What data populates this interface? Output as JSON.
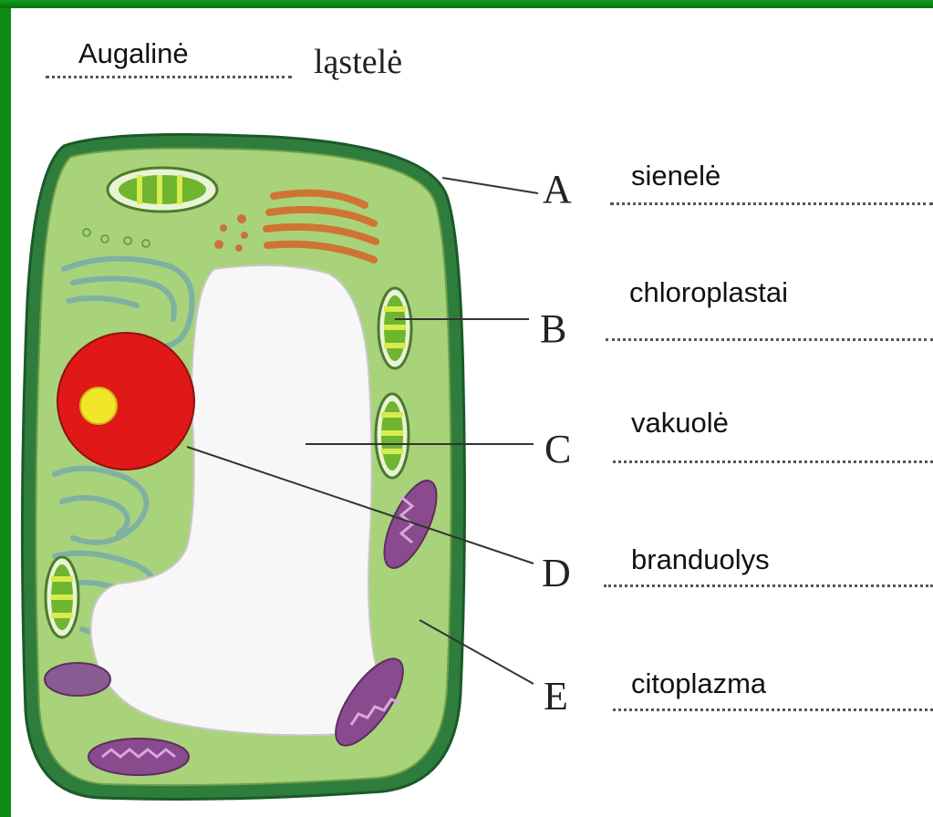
{
  "title": {
    "answer": "Augalinė",
    "printed": "ląstelė"
  },
  "labels": [
    {
      "letter": "A",
      "answer": "sienelė"
    },
    {
      "letter": "B",
      "answer": "chloroplastai"
    },
    {
      "letter": "C",
      "answer": "vakuolė"
    },
    {
      "letter": "D",
      "answer": "branduolys"
    },
    {
      "letter": "E",
      "answer": "citoplazma"
    }
  ],
  "colors": {
    "frame": "#0f8a14",
    "cell_wall": "#1f6b3a",
    "cytoplasm": "#9ccf6f",
    "nucleus": "#e01818",
    "nucleolus": "#f2e62a",
    "mitochondria": "#8a4a8e",
    "golgi": "#d47a3a",
    "er": "#7fb6a8"
  }
}
